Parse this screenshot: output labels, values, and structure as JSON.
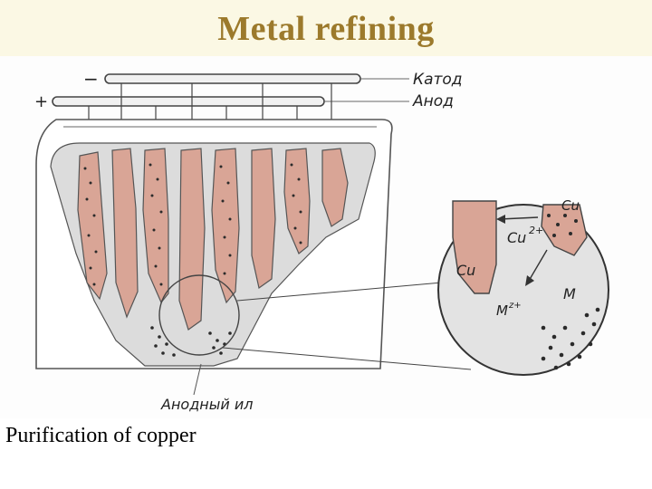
{
  "title": "Metal refining",
  "caption": "Purification of copper",
  "diagram": {
    "cathode_sign": "−",
    "anode_sign": "+",
    "cathode_label": "Катод",
    "anode_label": "Анод",
    "sludge_label": "Анодный ил",
    "zoom": {
      "cu_anode": "Cu",
      "cu_cathode": "Cu",
      "ion_cu": "Cu",
      "ion_cu_charge": "2+",
      "ion_m": "M",
      "ion_m_charge": "z+",
      "impurity_m": "M"
    }
  },
  "colors": {
    "title": "#9c7a2c",
    "title_bg": "#fbf8e4",
    "electrode": "#d9a596",
    "electrolyte": "#d9d9d9"
  }
}
